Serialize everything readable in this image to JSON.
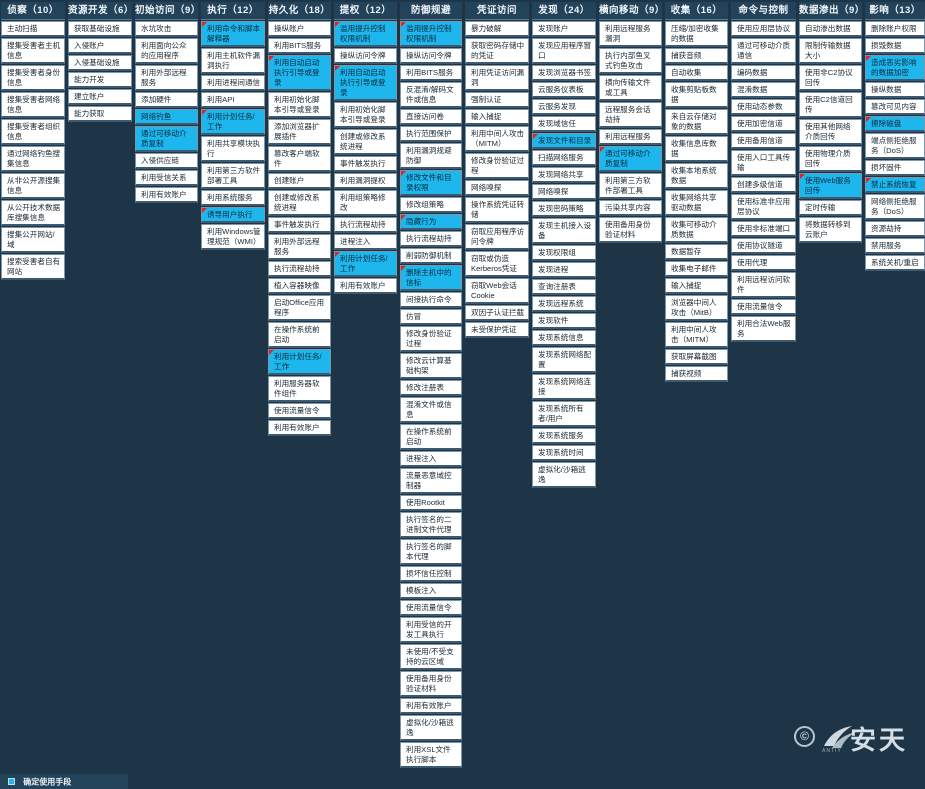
{
  "legend": {
    "label": "确定使用手段",
    "color": "#1db7ee"
  },
  "logo": {
    "text": "安天",
    "sub": "ANTIY",
    "copyright": "©"
  },
  "colors": {
    "background": "#1d3547",
    "header": "#23435a",
    "highlight": "#1db7ee",
    "marker": "#e12323"
  },
  "columns": [
    {
      "title": "侦察（10）",
      "items": [
        {
          "t": "主动扫描"
        },
        {
          "t": "搜集受害者主机信息"
        },
        {
          "t": "搜集受害者身份信息"
        },
        {
          "t": "搜集受害者网络信息"
        },
        {
          "t": "搜集受害者组织信息"
        },
        {
          "t": "通过网络钓鱼搜集信息"
        },
        {
          "t": "从非公开源搜集信息"
        },
        {
          "t": "从公开技术数据库搜集信息"
        },
        {
          "t": "搜集公开网站/域"
        },
        {
          "t": "搜索受害者自有网站"
        }
      ]
    },
    {
      "title": "资源开发（6）",
      "items": [
        {
          "t": "获取基础设施"
        },
        {
          "t": "入侵账户"
        },
        {
          "t": "入侵基础设施"
        },
        {
          "t": "能力开发"
        },
        {
          "t": "建立账户"
        },
        {
          "t": "能力获取"
        }
      ]
    },
    {
      "title": "初始访问（9）",
      "items": [
        {
          "t": "水坑攻击"
        },
        {
          "t": "利用面向公众的应用程序"
        },
        {
          "t": "利用外部远程服务"
        },
        {
          "t": "添加硬件"
        },
        {
          "t": "网络钓鱼",
          "hl": true
        },
        {
          "t": "通过可移动介质复制",
          "hl": true
        },
        {
          "t": "入侵供应链"
        },
        {
          "t": "利用受信关系"
        },
        {
          "t": "利用有效账户"
        }
      ]
    },
    {
      "title": "执行（12）",
      "items": [
        {
          "t": "利用命令和脚本解释器",
          "hl": true,
          "m": true
        },
        {
          "t": "利用主机软件漏洞执行"
        },
        {
          "t": "利用进程间通信"
        },
        {
          "t": "利用API"
        },
        {
          "t": "利用计划任务/工作",
          "hl": true,
          "m": true
        },
        {
          "t": "利用共享模块执行"
        },
        {
          "t": "利用第三方软件部署工具"
        },
        {
          "t": "利用系统服务"
        },
        {
          "t": "诱导用户执行",
          "hl": true,
          "m": true
        },
        {
          "t": "利用Windows管理规范（WMI）"
        }
      ]
    },
    {
      "title": "持久化（18）",
      "items": [
        {
          "t": "操纵账户"
        },
        {
          "t": "利用BITS服务"
        },
        {
          "t": "利用自动启动执行引导或登录",
          "hl": true,
          "m": true
        },
        {
          "t": "利用初始化脚本引导或登录"
        },
        {
          "t": "添加浏览器扩展插件"
        },
        {
          "t": "篡改客户端软件"
        },
        {
          "t": "创建账户"
        },
        {
          "t": "创建或修改系统进程"
        },
        {
          "t": "事件触发执行"
        },
        {
          "t": "利用外部远程服务"
        },
        {
          "t": "执行流程劫持"
        },
        {
          "t": "植入容器映像"
        },
        {
          "t": "启动Office应用程序"
        },
        {
          "t": "在操作系统前启动"
        },
        {
          "t": "利用计划任务/工作",
          "hl": true,
          "m": true
        },
        {
          "t": "利用服务器软件组件"
        },
        {
          "t": "使用流量信令"
        },
        {
          "t": "利用有效账户"
        }
      ]
    },
    {
      "title": "提权（12）",
      "items": [
        {
          "t": "滥用提升控制权限机制",
          "hl": true,
          "m": true
        },
        {
          "t": "操纵访问令牌"
        },
        {
          "t": "利用自动启动执行引导或登录",
          "hl": true,
          "m": true
        },
        {
          "t": "利用初始化脚本引导或登录"
        },
        {
          "t": "创建或修改系统进程"
        },
        {
          "t": "事件触发执行"
        },
        {
          "t": "利用漏洞提权"
        },
        {
          "t": "利用组策略修改"
        },
        {
          "t": "执行流程劫持"
        },
        {
          "t": "进程注入"
        },
        {
          "t": "利用计划任务/工作",
          "hl": true,
          "m": true
        },
        {
          "t": "利用有效账户"
        }
      ]
    },
    {
      "title": "防御规避",
      "items": [
        {
          "t": "滥用提升控制权限机制",
          "hl": true,
          "m": true
        },
        {
          "t": "操纵访问令牌"
        },
        {
          "t": "利用BITS服务"
        },
        {
          "t": "反混淆/解码文件或信息"
        },
        {
          "t": "直接访问卷"
        },
        {
          "t": "执行范围保护"
        },
        {
          "t": "利用漏洞规避防御"
        },
        {
          "t": "修改文件和目录权限",
          "hl": true,
          "m": true
        },
        {
          "t": "修改组策略"
        },
        {
          "t": "隐藏行为",
          "hl": true,
          "m": true
        },
        {
          "t": "执行流程劫持"
        },
        {
          "t": "削弱防御机制"
        },
        {
          "t": "删除主机中的信标",
          "hl": true,
          "m": true
        },
        {
          "t": "间接执行命令"
        },
        {
          "t": "仿冒"
        },
        {
          "t": "修改身份验证过程"
        },
        {
          "t": "修改云计算基础构架"
        },
        {
          "t": "修改注册表"
        },
        {
          "t": "混淆文件或信息"
        },
        {
          "t": "在操作系统前启动"
        },
        {
          "t": "进程注入"
        },
        {
          "t": "流量恶意域控制器"
        },
        {
          "t": "使用Rootkit"
        },
        {
          "t": "执行签名的二进制文件代理"
        },
        {
          "t": "执行签名的脚本代理"
        },
        {
          "t": "损坏信任控制"
        },
        {
          "t": "模板注入"
        },
        {
          "t": "使用流量信令"
        },
        {
          "t": "利用受信的开发工具执行"
        },
        {
          "t": "未使用/不受支持的云区域"
        },
        {
          "t": "使用备用身份验证材料"
        },
        {
          "t": "利用有效账户"
        },
        {
          "t": "虚拟化/沙箱逃逸"
        },
        {
          "t": "利用XSL文件执行脚本"
        }
      ]
    },
    {
      "title": "凭证访问",
      "items": [
        {
          "t": "暴力破解"
        },
        {
          "t": "获取密码存储中的凭证"
        },
        {
          "t": "利用凭证访问漏洞"
        },
        {
          "t": "强制认证"
        },
        {
          "t": "输入捕捉"
        },
        {
          "t": "利用中间人攻击（MITM）"
        },
        {
          "t": "修改身份验证过程"
        },
        {
          "t": "网络嗅探"
        },
        {
          "t": "操作系统凭证转储"
        },
        {
          "t": "窃取应用程序访问令牌"
        },
        {
          "t": "窃取或伪造Kerberos凭证"
        },
        {
          "t": "窃取Web会话Cookie"
        },
        {
          "t": "双因子认证拦截"
        },
        {
          "t": "未受保护凭证"
        }
      ]
    },
    {
      "title": "发现（24）",
      "items": [
        {
          "t": "发现账户"
        },
        {
          "t": "发现应用程序窗口"
        },
        {
          "t": "发现浏览器书签"
        },
        {
          "t": "云服务仪表板"
        },
        {
          "t": "云服务发现"
        },
        {
          "t": "发现域信任"
        },
        {
          "t": "发现文件和目录",
          "hl": true,
          "m": true
        },
        {
          "t": "扫描网络服务"
        },
        {
          "t": "发现网络共享"
        },
        {
          "t": "网络嗅探"
        },
        {
          "t": "发现密码策略"
        },
        {
          "t": "发现主机接入设备"
        },
        {
          "t": "发现权限组"
        },
        {
          "t": "发现进程"
        },
        {
          "t": "查询注册表"
        },
        {
          "t": "发现远程系统"
        },
        {
          "t": "发现软件"
        },
        {
          "t": "发现系统信息"
        },
        {
          "t": "发现系统网络配置"
        },
        {
          "t": "发现系统网络连接"
        },
        {
          "t": "发现系统所有者/用户"
        },
        {
          "t": "发现系统服务"
        },
        {
          "t": "发现系统时间"
        },
        {
          "t": "虚拟化/沙箱逃逸"
        }
      ]
    },
    {
      "title": "横向移动（9）",
      "items": [
        {
          "t": "利用远程服务漏洞"
        },
        {
          "t": "执行内部鱼叉式钓鱼攻击"
        },
        {
          "t": "横向传输文件或工具"
        },
        {
          "t": "远程服务会话劫持"
        },
        {
          "t": "利用远程服务"
        },
        {
          "t": "通过可移动介质复制",
          "hl": true,
          "m": true
        },
        {
          "t": "利用第三方软件部署工具"
        },
        {
          "t": "污染共享内容"
        },
        {
          "t": "使用备用身份验证材料"
        }
      ]
    },
    {
      "title": "收集（16）",
      "items": [
        {
          "t": "压缩/加密收集的数据"
        },
        {
          "t": "捕获音频"
        },
        {
          "t": "自动收集"
        },
        {
          "t": "收集剪贴板数据"
        },
        {
          "t": "来自云存储对象的数据"
        },
        {
          "t": "收集信息库数据"
        },
        {
          "t": "收集本地系统数据"
        },
        {
          "t": "收集网络共享驱动数据"
        },
        {
          "t": "收集可移动介质数据"
        },
        {
          "t": "数据暂存"
        },
        {
          "t": "收集电子邮件"
        },
        {
          "t": "输入捕捉"
        },
        {
          "t": "浏览器中间人攻击（MitB）"
        },
        {
          "t": "利用中间人攻击（MITM）"
        },
        {
          "t": "获取屏幕截图"
        },
        {
          "t": "捕获视频"
        }
      ]
    },
    {
      "title": "命令与控制",
      "items": [
        {
          "t": "使用应用层协议"
        },
        {
          "t": "通过可移动介质通信"
        },
        {
          "t": "编码数据"
        },
        {
          "t": "混淆数据"
        },
        {
          "t": "使用动态参数"
        },
        {
          "t": "使用加密信道"
        },
        {
          "t": "使用备用信道"
        },
        {
          "t": "使用入口工具传输"
        },
        {
          "t": "创建多级信道"
        },
        {
          "t": "使用标准非应用层协议"
        },
        {
          "t": "使用非标准端口"
        },
        {
          "t": "使用协议隧道"
        },
        {
          "t": "使用代理"
        },
        {
          "t": "利用远程访问软件"
        },
        {
          "t": "使用流量信令"
        },
        {
          "t": "利用合法Web服务"
        }
      ]
    },
    {
      "title": "数据渗出（9）",
      "items": [
        {
          "t": "自动渗出数据"
        },
        {
          "t": "限制传输数据大小"
        },
        {
          "t": "使用非C2协议回传"
        },
        {
          "t": "使用C2信道回传"
        },
        {
          "t": "使用其他网络介质回传"
        },
        {
          "t": "使用物理介质回传"
        },
        {
          "t": "使用Web服务回传",
          "hl": true,
          "m": true
        },
        {
          "t": "定时传输"
        },
        {
          "t": "将数据转移到云账户"
        }
      ]
    },
    {
      "title": "影响（13）",
      "items": [
        {
          "t": "删除账户权限"
        },
        {
          "t": "损毁数据"
        },
        {
          "t": "造成恶劣影响的数据加密",
          "hl": true,
          "m": true
        },
        {
          "t": "操纵数据"
        },
        {
          "t": "篡改可见内容"
        },
        {
          "t": "擦除磁盘",
          "hl": true,
          "m": true
        },
        {
          "t": "端点侧拒绝服务（DoS）"
        },
        {
          "t": "损坏固件"
        },
        {
          "t": "禁止系统恢复",
          "hl": true,
          "m": true
        },
        {
          "t": "网络侧拒绝服务（DoS）"
        },
        {
          "t": "资源劫持"
        },
        {
          "t": "禁用服务"
        },
        {
          "t": "系统关机/重启"
        }
      ]
    }
  ]
}
